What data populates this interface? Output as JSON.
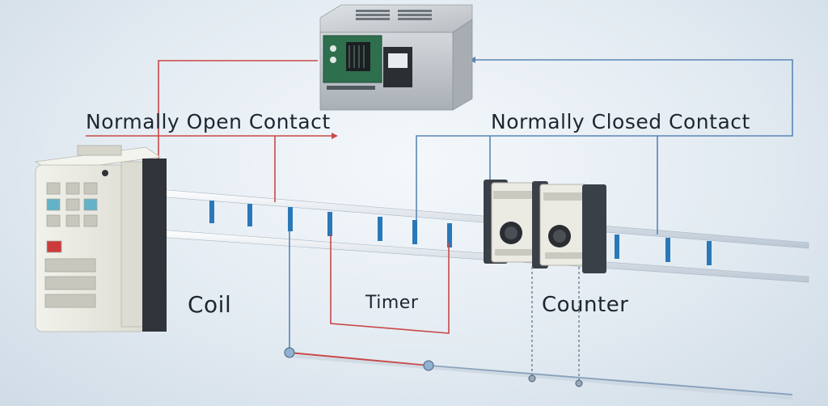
{
  "labels": {
    "normally_open": "Normally Open Contact",
    "normally_closed": "Normally Closed Contact",
    "coil": "Coil",
    "timer": "Timer",
    "counter": "Counter"
  },
  "colors": {
    "red_wire": "#c84848",
    "blue_wire": "#5a86b4",
    "rung_marker": "#2a78b8",
    "rail": "#dfe6ee",
    "device_body": "#ebebe4",
    "controller_panel": "#2e6f4e",
    "relay_dark": "#3a4048"
  },
  "icons": [
    "plc-controller-icon",
    "power-module-icon",
    "timer-relay-icon",
    "counter-relay-icon"
  ]
}
